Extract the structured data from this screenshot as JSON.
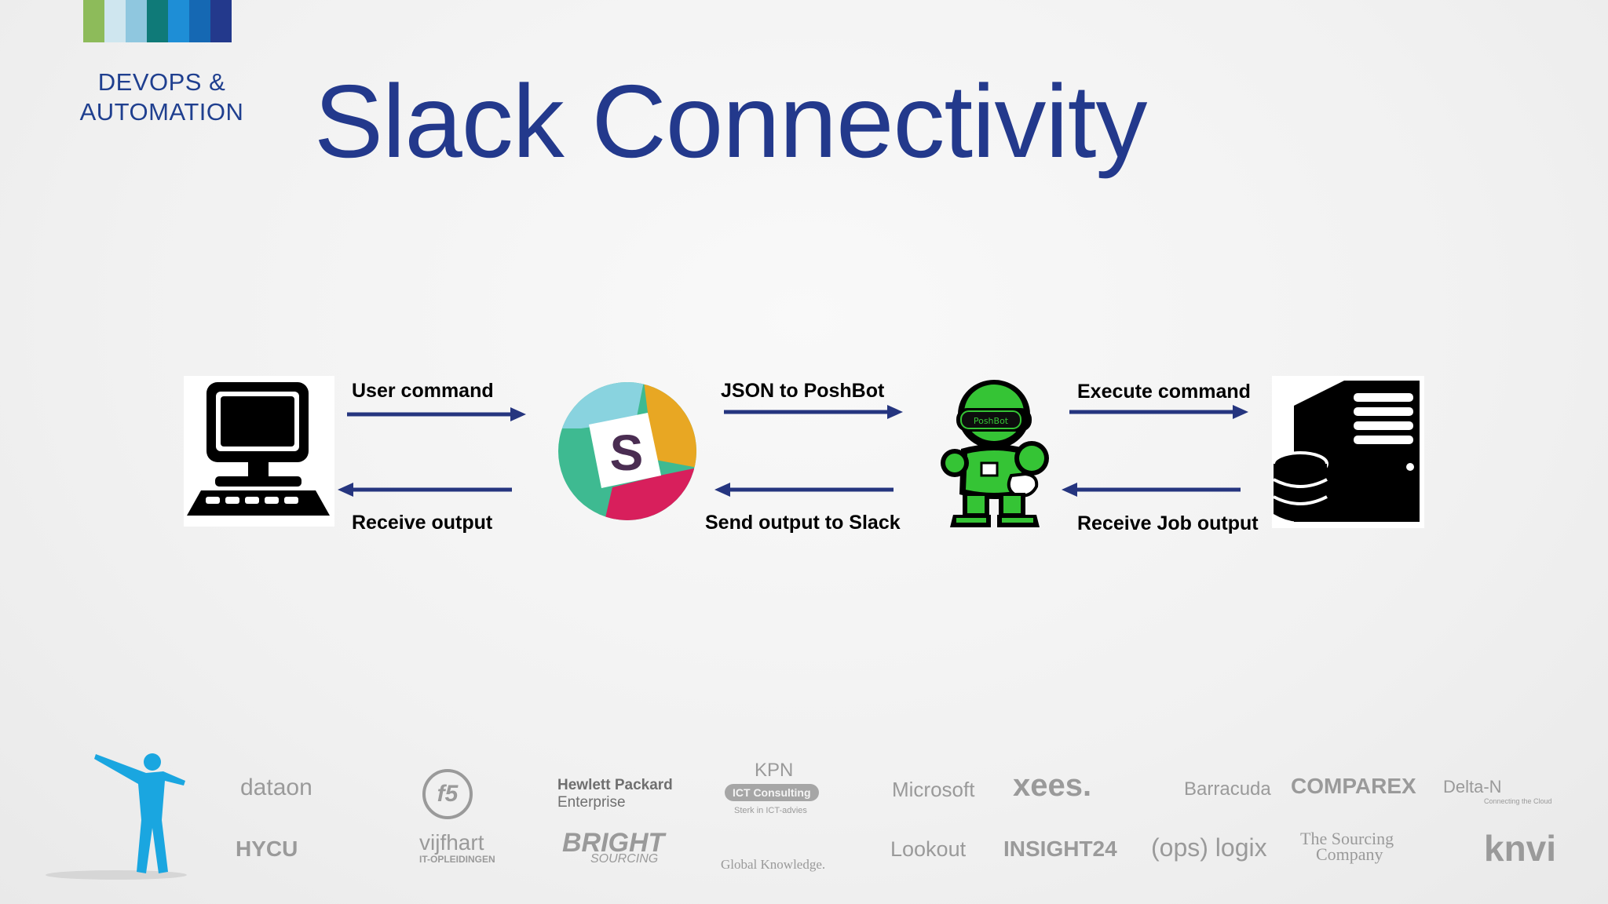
{
  "brand_bars": [
    "#8dbb5a",
    "#cfe6ef",
    "#8fc7df",
    "#0f7a78",
    "#1e8ed6",
    "#1568b3",
    "#23398c"
  ],
  "header": {
    "section_line1": "DEVOPS &",
    "section_line2": "AUTOMATION",
    "title": "Slack Connectivity"
  },
  "diagram": {
    "nodes": [
      {
        "id": "computer",
        "icon": "desktop-computer-icon"
      },
      {
        "id": "slack",
        "icon": "slack-logo-icon",
        "text": "S"
      },
      {
        "id": "poshbot",
        "icon": "poshbot-robot-icon",
        "text": "PoshBot"
      },
      {
        "id": "server",
        "icon": "server-database-icon"
      }
    ],
    "edges": [
      {
        "from": "computer",
        "to": "slack",
        "label": "User command"
      },
      {
        "from": "slack",
        "to": "computer",
        "label": "Receive output"
      },
      {
        "from": "slack",
        "to": "poshbot",
        "label": "JSON to PoshBot"
      },
      {
        "from": "poshbot",
        "to": "slack",
        "label": "Send output to Slack"
      },
      {
        "from": "poshbot",
        "to": "server",
        "label": "Execute command"
      },
      {
        "from": "server",
        "to": "poshbot",
        "label": "Receive Job output"
      }
    ],
    "arrow_color": "#25357f",
    "slack_colors": [
      "#89d3df",
      "#e8a723",
      "#d81f5c",
      "#3eba91"
    ],
    "robot_color": "#35c435"
  },
  "sponsors": {
    "row1": [
      "dataon",
      "f5",
      "Hewlett Packard",
      "Enterprise",
      "KPN",
      "ICT Consulting",
      "Sterk in ICT-advies",
      "Microsoft",
      "xees.",
      "Barracuda",
      "COMPAREX",
      "Delta-N",
      "Connecting the Cloud"
    ],
    "row2": [
      "HYCU",
      "vijfhart",
      "IT-OPLEIDINGEN",
      "BRIGHT",
      "SOURCING",
      "Global Knowledge.",
      "Lookout",
      "INSIGHT24",
      "(ops) logix",
      "The Sourcing",
      "Company",
      "knvi"
    ]
  }
}
